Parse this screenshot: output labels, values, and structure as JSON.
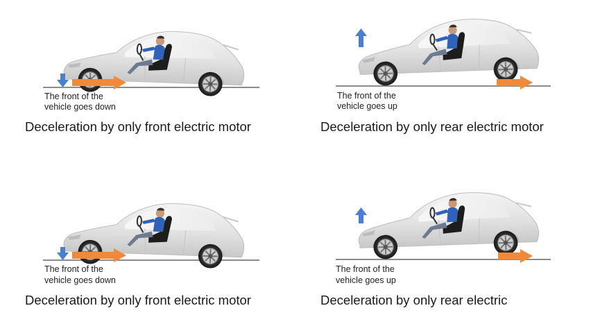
{
  "panels": [
    {
      "position": "top-left",
      "note_line1": "The front of the",
      "note_line2": "vehicle goes down",
      "caption": "Deceleration by only front electric motor",
      "vertical_arrow": "down",
      "arrow_color_vertical": "#4a7fd0",
      "arrow_color_horizontal": "#f08a3a"
    },
    {
      "position": "top-right",
      "note_line1": "The front of the",
      "note_line2": "vehicle goes up",
      "caption": "Deceleration by only rear electric motor",
      "vertical_arrow": "up",
      "arrow_color_vertical": "#4a7fd0",
      "arrow_color_horizontal": "#f08a3a"
    },
    {
      "position": "bottom-left",
      "note_line1": "The front of the",
      "note_line2": "vehicle goes down",
      "caption": "Deceleration by only front electric motor",
      "vertical_arrow": "down",
      "arrow_color_vertical": "#4a7fd0",
      "arrow_color_horizontal": "#f08a3a"
    },
    {
      "position": "bottom-right",
      "note_line1": "The front of the",
      "note_line2": "vehicle goes up",
      "caption": "Deceleration by only rear electric",
      "vertical_arrow": "up",
      "arrow_color_vertical": "#4a7fd0",
      "arrow_color_horizontal": "#f08a3a"
    }
  ]
}
